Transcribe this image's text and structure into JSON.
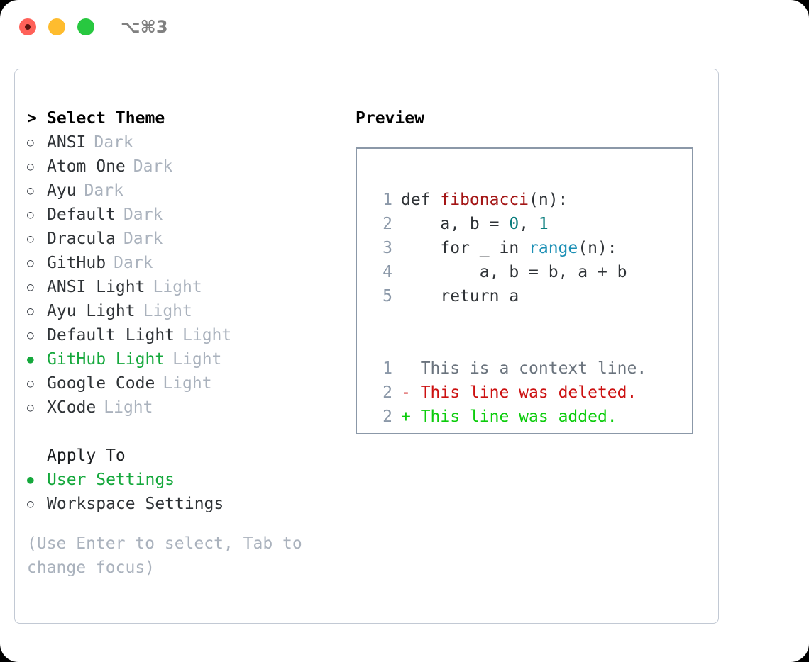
{
  "window": {
    "shortcut": "⌥⌘3",
    "traffic_lights": [
      {
        "name": "close",
        "color": "#ff6159"
      },
      {
        "name": "minimize",
        "color": "#febc2e"
      },
      {
        "name": "maximize",
        "color": "#28c840"
      }
    ]
  },
  "theme_list": {
    "header_prefix": ">",
    "header": "Select Theme",
    "items": [
      {
        "bullet": "○",
        "name": "ANSI",
        "suffix": "Dark",
        "selected": false
      },
      {
        "bullet": "○",
        "name": "Atom One",
        "suffix": "Dark",
        "selected": false
      },
      {
        "bullet": "○",
        "name": "Ayu",
        "suffix": "Dark",
        "selected": false
      },
      {
        "bullet": "○",
        "name": "Default",
        "suffix": "Dark",
        "selected": false
      },
      {
        "bullet": "○",
        "name": "Dracula",
        "suffix": "Dark",
        "selected": false
      },
      {
        "bullet": "○",
        "name": "GitHub",
        "suffix": "Dark",
        "selected": false
      },
      {
        "bullet": "○",
        "name": "ANSI Light",
        "suffix": "Light",
        "selected": false
      },
      {
        "bullet": "○",
        "name": "Ayu Light",
        "suffix": "Light",
        "selected": false
      },
      {
        "bullet": "○",
        "name": "Default Light",
        "suffix": "Light",
        "selected": false
      },
      {
        "bullet": "●",
        "name": "GitHub Light",
        "suffix": "Light",
        "selected": true
      },
      {
        "bullet": "○",
        "name": "Google Code",
        "suffix": "Light",
        "selected": false
      },
      {
        "bullet": "○",
        "name": "XCode",
        "suffix": "Light",
        "selected": false
      }
    ]
  },
  "apply_to": {
    "header": "Apply To",
    "options": [
      {
        "bullet": "●",
        "label": "User Settings",
        "selected": true
      },
      {
        "bullet": "○",
        "label": "Workspace Settings",
        "selected": false
      }
    ]
  },
  "hint": "(Use Enter to select, Tab to change focus)",
  "preview": {
    "title": "Preview",
    "code_lines": [
      {
        "num": "1",
        "segments": [
          {
            "text": "def ",
            "style": "code-txt"
          },
          {
            "text": "fibonacci",
            "style": "tok-fn"
          },
          {
            "text": "(n):",
            "style": "code-txt"
          }
        ]
      },
      {
        "num": "2",
        "segments": [
          {
            "text": "    a, b = ",
            "style": "code-txt"
          },
          {
            "text": "0",
            "style": "tok-num"
          },
          {
            "text": ", ",
            "style": "code-txt"
          },
          {
            "text": "1",
            "style": "tok-num"
          }
        ]
      },
      {
        "num": "3",
        "segments": [
          {
            "text": "    for _ in ",
            "style": "code-txt"
          },
          {
            "text": "range",
            "style": "tok-call"
          },
          {
            "text": "(n):",
            "style": "code-txt"
          }
        ]
      },
      {
        "num": "4",
        "segments": [
          {
            "text": "        a, b = b, a + b",
            "style": "code-txt"
          }
        ]
      },
      {
        "num": "5",
        "segments": [
          {
            "text": "    return a",
            "style": "code-txt"
          }
        ]
      }
    ],
    "diff_lines": [
      {
        "num": "1",
        "marker": " ",
        "text": " This is a context line.",
        "style": "tok-ctx"
      },
      {
        "num": "2",
        "marker": "-",
        "text": " This line was deleted.",
        "style": "tok-del"
      },
      {
        "num": "2",
        "marker": "+",
        "text": " This line was added.",
        "style": "tok-add"
      }
    ]
  },
  "colors": {
    "accent_green": "#15a83c",
    "muted": "#aab2bd",
    "border": "#c2c9d4",
    "code_border": "#8b98a8",
    "diff_add": "#0ccc0c",
    "diff_del": "#cc1111",
    "fn_name": "#a31515",
    "number": "#0a7d7d",
    "call": "#1b8fb5"
  }
}
